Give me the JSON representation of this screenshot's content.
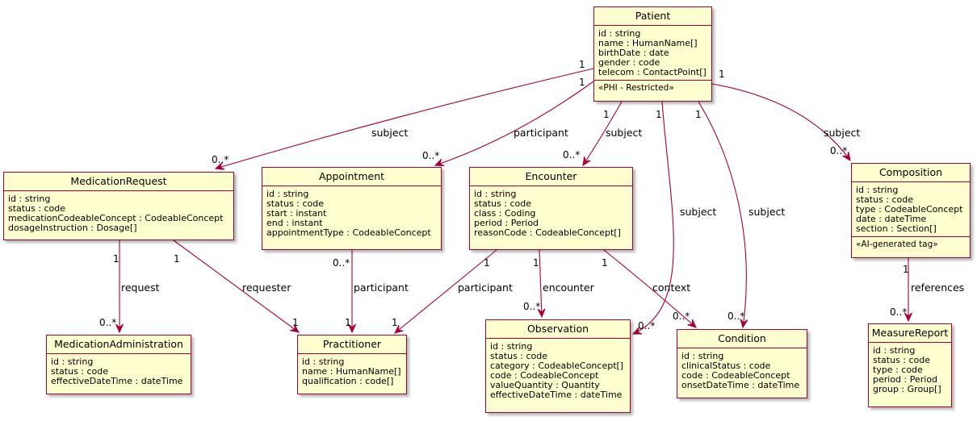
{
  "colors": {
    "fill": "#FEFECE",
    "border": "#A80036",
    "edge": "#A80036"
  },
  "classes": {
    "patient": {
      "name": "Patient",
      "fields": [
        "id : string",
        "name : HumanName[]",
        "birthDate : date",
        "gender : code",
        "telecom : ContactPoint[]"
      ],
      "tag": "«PHI - Restricted»"
    },
    "medicationrequest": {
      "name": "MedicationRequest",
      "fields": [
        "id : string",
        "status : code",
        "medicationCodeableConcept : CodeableConcept",
        "dosageInstruction : Dosage[]"
      ]
    },
    "appointment": {
      "name": "Appointment",
      "fields": [
        "id : string",
        "status : code",
        "start : instant",
        "end : instant",
        "appointmentType : CodeableConcept"
      ]
    },
    "encounter": {
      "name": "Encounter",
      "fields": [
        "id : string",
        "status : code",
        "class : Coding",
        "period : Period",
        "reasonCode : CodeableConcept[]"
      ]
    },
    "composition": {
      "name": "Composition",
      "fields": [
        "id : string",
        "status : code",
        "type : CodeableConcept",
        "date : dateTime",
        "section : Section[]"
      ],
      "tag": "«AI-generated tag»"
    },
    "medicationadministration": {
      "name": "MedicationAdministration",
      "fields": [
        "id : string",
        "status : code",
        "effectiveDateTime : dateTime"
      ]
    },
    "practitioner": {
      "name": "Practitioner",
      "fields": [
        "id : string",
        "name : HumanName[]",
        "qualification : code[]"
      ]
    },
    "observation": {
      "name": "Observation",
      "fields": [
        "id : string",
        "status : code",
        "category : CodeableConcept[]",
        "code : CodeableConcept",
        "valueQuantity : Quantity",
        "effectiveDateTime : dateTime"
      ]
    },
    "condition": {
      "name": "Condition",
      "fields": [
        "id : string",
        "clinicalStatus : code",
        "code : CodeableConcept",
        "onsetDateTime : dateTime"
      ]
    },
    "measurereport": {
      "name": "MeasureReport",
      "fields": [
        "id : string",
        "status : code",
        "type : code",
        "period : Period",
        "group : Group[]"
      ]
    }
  },
  "edges": [
    {
      "label": "subject",
      "from_mult": "1",
      "to_mult": "0..*"
    },
    {
      "label": "participant",
      "from_mult": "1",
      "to_mult": "0..*"
    },
    {
      "label": "subject",
      "from_mult": "1",
      "to_mult": "0..*"
    },
    {
      "label": "subject",
      "from_mult": "1",
      "to_mult": "0..*"
    },
    {
      "label": "subject",
      "from_mult": "1",
      "to_mult": "0..*"
    },
    {
      "label": "subject",
      "from_mult": "1",
      "to_mult": "0..*"
    },
    {
      "label": "request",
      "from_mult": "1",
      "to_mult": "0..*"
    },
    {
      "label": "requester",
      "from_mult": "1",
      "to_mult": "1"
    },
    {
      "label": "participant",
      "from_mult": "0..*",
      "to_mult": "1"
    },
    {
      "label": "participant",
      "from_mult": "1",
      "to_mult": "1"
    },
    {
      "label": "encounter",
      "from_mult": "1",
      "to_mult": "0..*"
    },
    {
      "label": "context",
      "from_mult": "1",
      "to_mult": "0..*"
    },
    {
      "label": "references",
      "from_mult": "1",
      "to_mult": "0..*"
    }
  ]
}
